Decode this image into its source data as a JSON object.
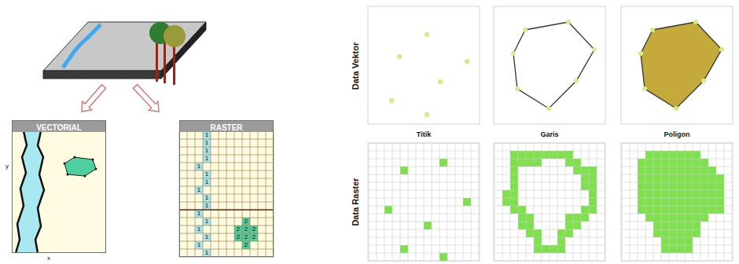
{
  "diagram": {
    "nodes": [
      {
        "text": [
          "VECTORIAL"
        ]
      },
      {
        "text": [
          "RASTER"
        ]
      }
    ],
    "labels": [
      "y",
      "x",
      "1",
      "1",
      "1",
      "1",
      "1",
      "1",
      "1",
      "1",
      "1",
      "1",
      "1",
      "1",
      "1",
      "1",
      "1",
      "1",
      "2",
      "2",
      "2",
      "2",
      "2",
      "2",
      "2",
      "2",
      "Data Vektor",
      "Titik",
      "Garis",
      "Poligon",
      "Data Raster"
    ]
  }
}
